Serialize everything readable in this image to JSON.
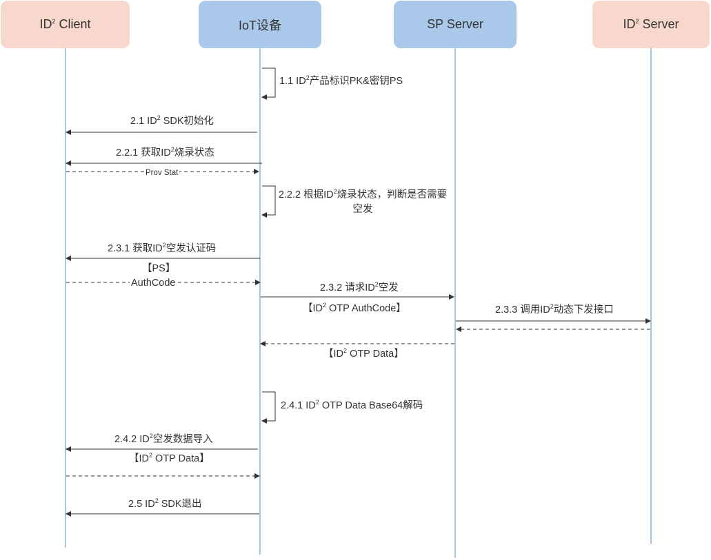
{
  "actors": [
    {
      "id": "client",
      "name": "ID",
      "sup": "2",
      "rest": " Client",
      "color": "#f8d8cc"
    },
    {
      "id": "iot",
      "name": "IoT设备",
      "sup": "",
      "rest": "",
      "color": "#a9c8ea"
    },
    {
      "id": "sp",
      "name": "SP Server",
      "sup": "",
      "rest": "",
      "color": "#a9c8ea"
    },
    {
      "id": "server",
      "name": "ID",
      "sup": "2",
      "rest": " Server",
      "color": "#f8d8cc"
    }
  ],
  "messages": {
    "m11": {
      "a": "1.1 ID",
      "sup": "2",
      "b": "产品标识PK&密钥PS"
    },
    "m21": {
      "a": "2.1 ID",
      "sup": "2",
      "b": " SDK初始化"
    },
    "m221": {
      "a": "2.2.1 获取ID",
      "sup": "2",
      "b": "烧录状态"
    },
    "m221r": {
      "a": "Prov Stat",
      "sup": "",
      "b": ""
    },
    "m222": {
      "a": "2.2.2 根据ID",
      "sup": "2",
      "b": "烧录状态，判断是否需要空发"
    },
    "m231": {
      "a": "2.3.1 获取ID",
      "sup": "2",
      "b": "空发认证码"
    },
    "m231p": {
      "a": "【PS】",
      "sup": "",
      "b": ""
    },
    "m231r": {
      "a": "AuthCode",
      "sup": "",
      "b": ""
    },
    "m232": {
      "a": "2.3.2 请求ID",
      "sup": "2",
      "b": "空发"
    },
    "m232p": {
      "a": "【ID",
      "sup": "2",
      "b": " OTP AuthCode】"
    },
    "m233": {
      "a": "2.3.3 调用ID",
      "sup": "2",
      "b": "动态下发接口"
    },
    "m233r": {
      "a": "【ID",
      "sup": "2",
      "b": " OTP Data】"
    },
    "m241": {
      "a": "2.4.1 ID",
      "sup": "2",
      "b": " OTP Data Base64解码"
    },
    "m242": {
      "a": "2.4.2 ID",
      "sup": "2",
      "b": "空发数据导入"
    },
    "m242p": {
      "a": "【ID",
      "sup": "2",
      "b": " OTP Data】"
    },
    "m25": {
      "a": "2.5 ID",
      "sup": "2",
      "b": " SDK退出"
    }
  },
  "colors": {
    "line": "#4a90b8",
    "arrow": "#333333",
    "pink": "#f8d8cc",
    "blue": "#a9c8ea"
  }
}
